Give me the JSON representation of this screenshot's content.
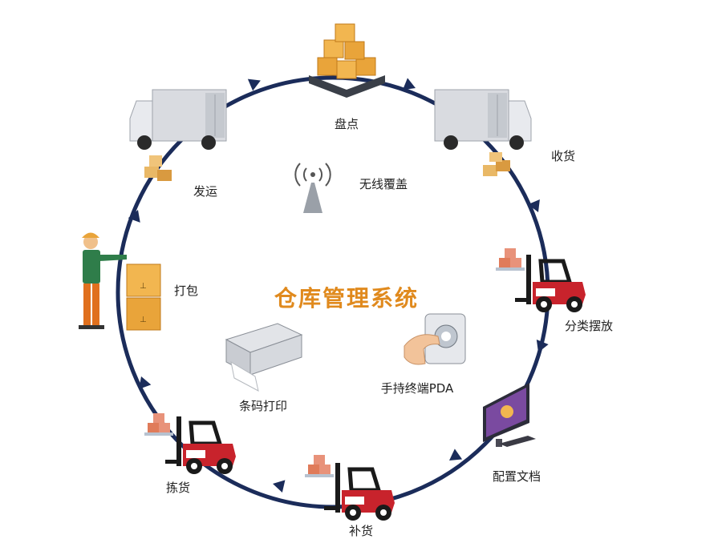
{
  "diagram": {
    "title": "仓库管理系统",
    "colors": {
      "ring": "#1b2c5a",
      "title": "#e08a1e",
      "forklift": "#c8232c",
      "box": "#e9a43a",
      "truck_body": "#d9dbe0"
    },
    "cycle_steps": [
      {
        "label": "盘点",
        "icon": "box-stack-icon"
      },
      {
        "label": "收货",
        "icon": "truck-icon"
      },
      {
        "label": "分类摆放",
        "icon": "forklift-icon"
      },
      {
        "label": "配置文档",
        "icon": "monitor-icon"
      },
      {
        "label": "补货",
        "icon": "forklift-icon"
      },
      {
        "label": "拣货",
        "icon": "forklift-icon"
      },
      {
        "label": "打包",
        "icon": "worker-icon"
      },
      {
        "label": "发运",
        "icon": "truck-icon"
      }
    ],
    "center_items": [
      {
        "label": "无线覆盖",
        "icon": "wireless-tower-icon"
      },
      {
        "label": "条码打印",
        "icon": "printer-icon"
      },
      {
        "label": "手持终端PDA",
        "icon": "pda-hand-icon"
      }
    ]
  }
}
